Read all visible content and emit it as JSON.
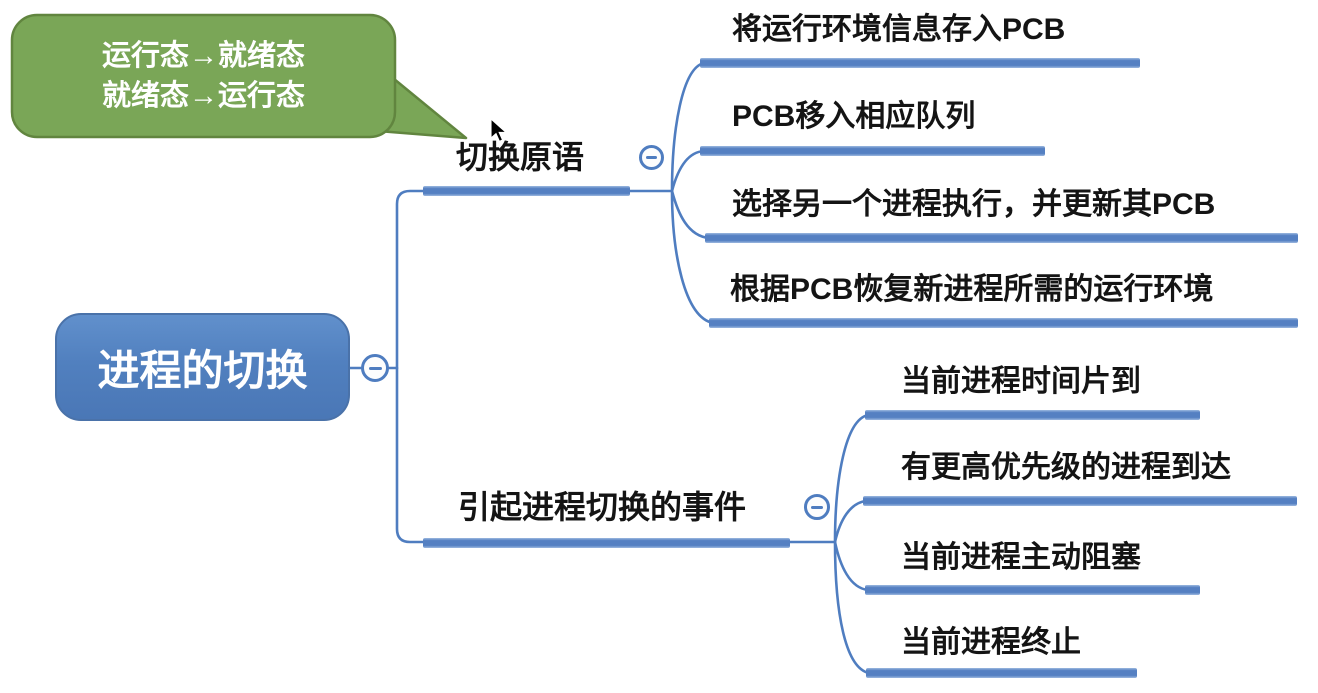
{
  "callout": {
    "lines": [
      "运行态→就绪态",
      "就绪态→运行态"
    ]
  },
  "root": {
    "label": "进程的切换"
  },
  "branches": [
    {
      "label": "切换原语",
      "children": [
        "将运行环境信息存入PCB",
        "PCB移入相应队列",
        "选择另一个进程执行，并更新其PCB",
        "根据PCB恢复新进程所需的运行环境"
      ]
    },
    {
      "label": "引起进程切换的事件",
      "children": [
        "当前进程时间片到",
        "有更高优先级的进程到达",
        "当前进程主动阻塞",
        "当前进程终止"
      ]
    }
  ],
  "colors": {
    "node_blue": "#5180bf",
    "line_blue": "#4f7dc0",
    "bar_blue": "#5580c2",
    "callout_green": "#7aa657",
    "callout_border": "#61853f",
    "text_dark": "#141414"
  }
}
